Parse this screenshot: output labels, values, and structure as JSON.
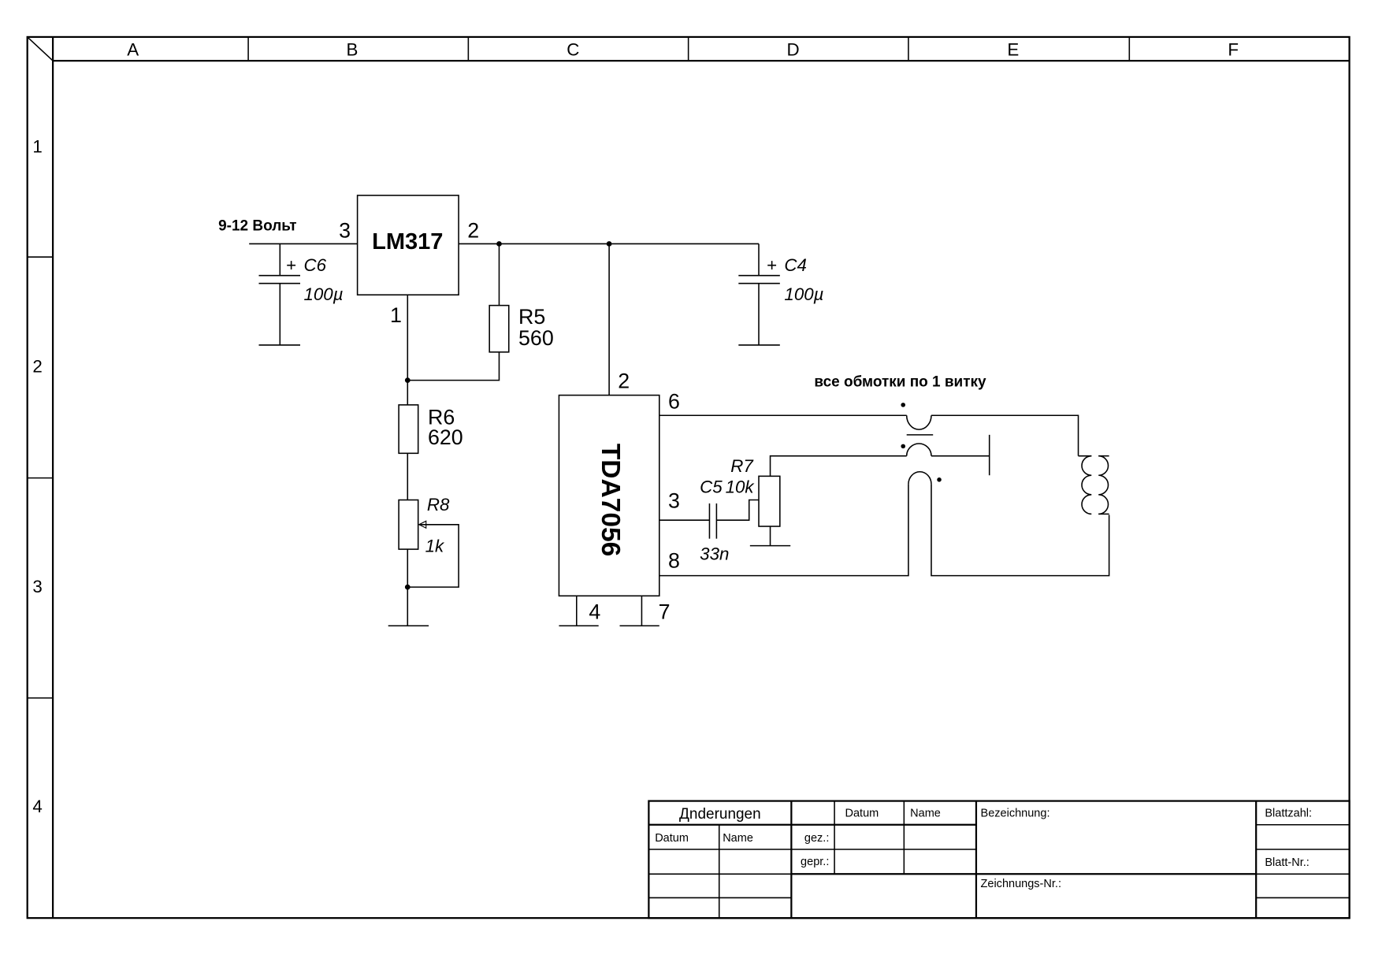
{
  "frame": {
    "columns": [
      "A",
      "B",
      "C",
      "D",
      "E",
      "F"
    ],
    "rows": [
      "1",
      "2",
      "3",
      "4"
    ]
  },
  "circuit": {
    "supply_label": "9-12 Вольт",
    "regulator": {
      "name": "LM317",
      "pins": {
        "in": "3",
        "out": "2",
        "adj": "1"
      }
    },
    "amplifier": {
      "name": "TDA7056",
      "pins": [
        "2",
        "6",
        "3",
        "8",
        "4",
        "7"
      ]
    },
    "components": {
      "C6": {
        "ref": "C6",
        "value": "100µ",
        "plus": "+"
      },
      "C4": {
        "ref": "C4",
        "value": "100µ",
        "plus": "+"
      },
      "R5": {
        "ref": "R5",
        "value": "560"
      },
      "R6": {
        "ref": "R6",
        "value": "620"
      },
      "R8": {
        "ref": "R8",
        "value": "1k"
      },
      "R7": {
        "ref": "R7",
        "value": "10k"
      },
      "C5": {
        "ref": "C5",
        "value": "33n"
      }
    },
    "winding_note": "все обмотки по 1 витку"
  },
  "title_block": {
    "changes": "Дnderungen",
    "datum": "Datum",
    "name": "Name",
    "bezeichnung": "Bezeichnung:",
    "blattzahl": "Blattzahl:",
    "gez": "gez.:",
    "gepr": "gepr.:",
    "zeichnungs_nr": "Zeichnungs-Nr.:",
    "blatt_nr": "Blatt-Nr.:"
  }
}
